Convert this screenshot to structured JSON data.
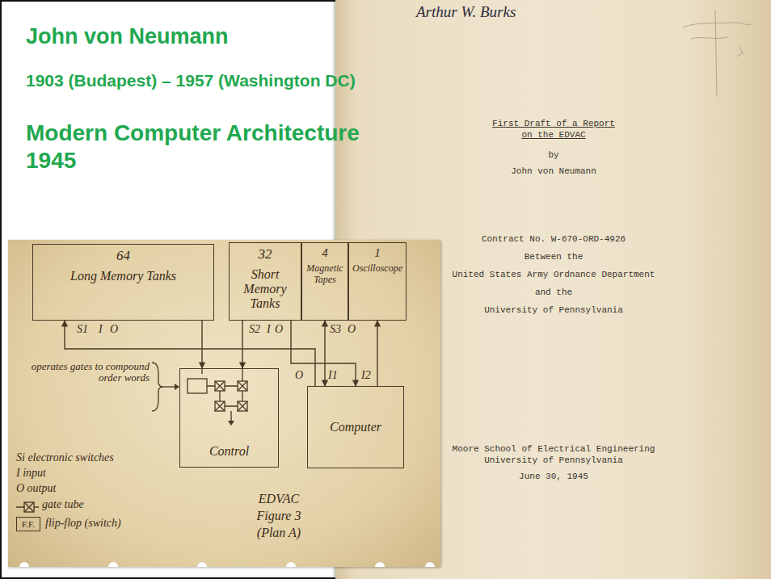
{
  "diagram": {
    "title": "John von Neumann",
    "nodes": [
      {
        "text": [
          "Arthur W. Burks",
          "First Draft of a Report on the EDVAC",
          "by",
          "John von Neumann",
          "Contract No. W-670-ORD-4926",
          "Between the",
          "United States Army Ordnance Department",
          "and the",
          "University of Pennsylvania",
          "Moore School of Electrical Engineering",
          "University of Pennsylvania",
          "June 30, 1945"
        ]
      },
      {
        "text": [
          "EDVAC",
          "Figure 3",
          "(Plan A)"
        ]
      },
      {
        "text": [
          "64",
          "Long Memory Tanks"
        ],
        "in": 1
      },
      {
        "text": [
          "32",
          "Short Memory Tanks"
        ],
        "in": 1
      },
      {
        "text": [
          "4",
          "Magnetic Tapes"
        ],
        "in": 1
      },
      {
        "text": [
          "1",
          "Oscilloscope"
        ],
        "in": 1
      },
      {
        "text": [
          "Control"
        ],
        "in": 1
      },
      {
        "text": [
          "Computer"
        ],
        "in": 1
      },
      {
        "text": [
          "F.F."
        ],
        "in": 1
      }
    ],
    "edges": [
      {
        "from": 2,
        "to": 6,
        "arrow": "to"
      },
      {
        "from": 3,
        "to": 6,
        "arrow": "to"
      },
      {
        "from": 7,
        "to": 2,
        "arrow": "to"
      },
      {
        "from": 3,
        "to": 7,
        "arrow": "to"
      },
      {
        "from": 4,
        "to": 7,
        "arrow": "both"
      },
      {
        "from": 7,
        "to": 5,
        "arrow": "to"
      }
    ],
    "labels": [
      "1903 (Budapest) – 1957 (Washington DC)",
      "Modern Computer Architecture 1945",
      "S1",
      "I",
      "O",
      "S2",
      "I",
      "O",
      "S3",
      "O",
      "O",
      "I1",
      "I2",
      "operates gates to compound order words",
      "Si electronic switches",
      "I input",
      "O output",
      "gate tube",
      "flip-flop (switch)"
    ]
  }
}
